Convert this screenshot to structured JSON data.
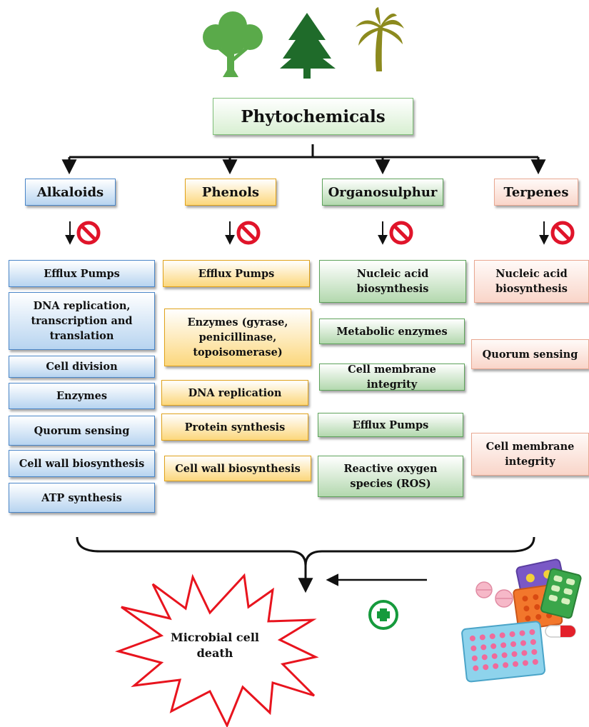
{
  "title": "Phytochemicals",
  "categories": [
    {
      "name": "Alkaloids",
      "color": "#b7d4f0",
      "items": [
        "Efflux Pumps",
        "DNA replication, transcription and translation",
        "Cell division",
        "Enzymes",
        "Quorum sensing",
        "Cell wall biosynthesis",
        "ATP synthesis"
      ]
    },
    {
      "name": "Phenols",
      "color": "#fcd77c",
      "items": [
        "Efflux Pumps",
        "Enzymes (gyrase, penicillinase, topoisomerase)",
        "DNA replication",
        "Protein synthesis",
        "Cell wall biosynthesis"
      ]
    },
    {
      "name": "Organosulphur",
      "color": "#b3d8ae",
      "items": [
        "Nucleic acid biosynthesis",
        "Metabolic enzymes",
        "Cell membrane integrity",
        "Efflux Pumps",
        "Reactive oxygen species (ROS)"
      ]
    },
    {
      "name": "Terpenes",
      "color": "#f9d5c9",
      "items": [
        "Nucleic acid biosynthesis",
        "Quorum sensing",
        "Cell membrane integrity"
      ]
    }
  ],
  "outcome": "Microbial cell death",
  "icons": {
    "trees": [
      "broadleaf-tree-icon",
      "pine-tree-icon",
      "palm-tree-icon"
    ],
    "inhibit": "prohibition-icon",
    "plus": "plus-circle-icon",
    "drugs": "antibiotic-drugs-icon"
  },
  "colors": {
    "tree_light": "#5aaa4a",
    "tree_dark": "#1f6b2a",
    "tree_palm": "#8c8a1e",
    "inhibit_red": "#e0142a",
    "burst_red": "#e8141e",
    "plus_green": "#159a3c"
  }
}
